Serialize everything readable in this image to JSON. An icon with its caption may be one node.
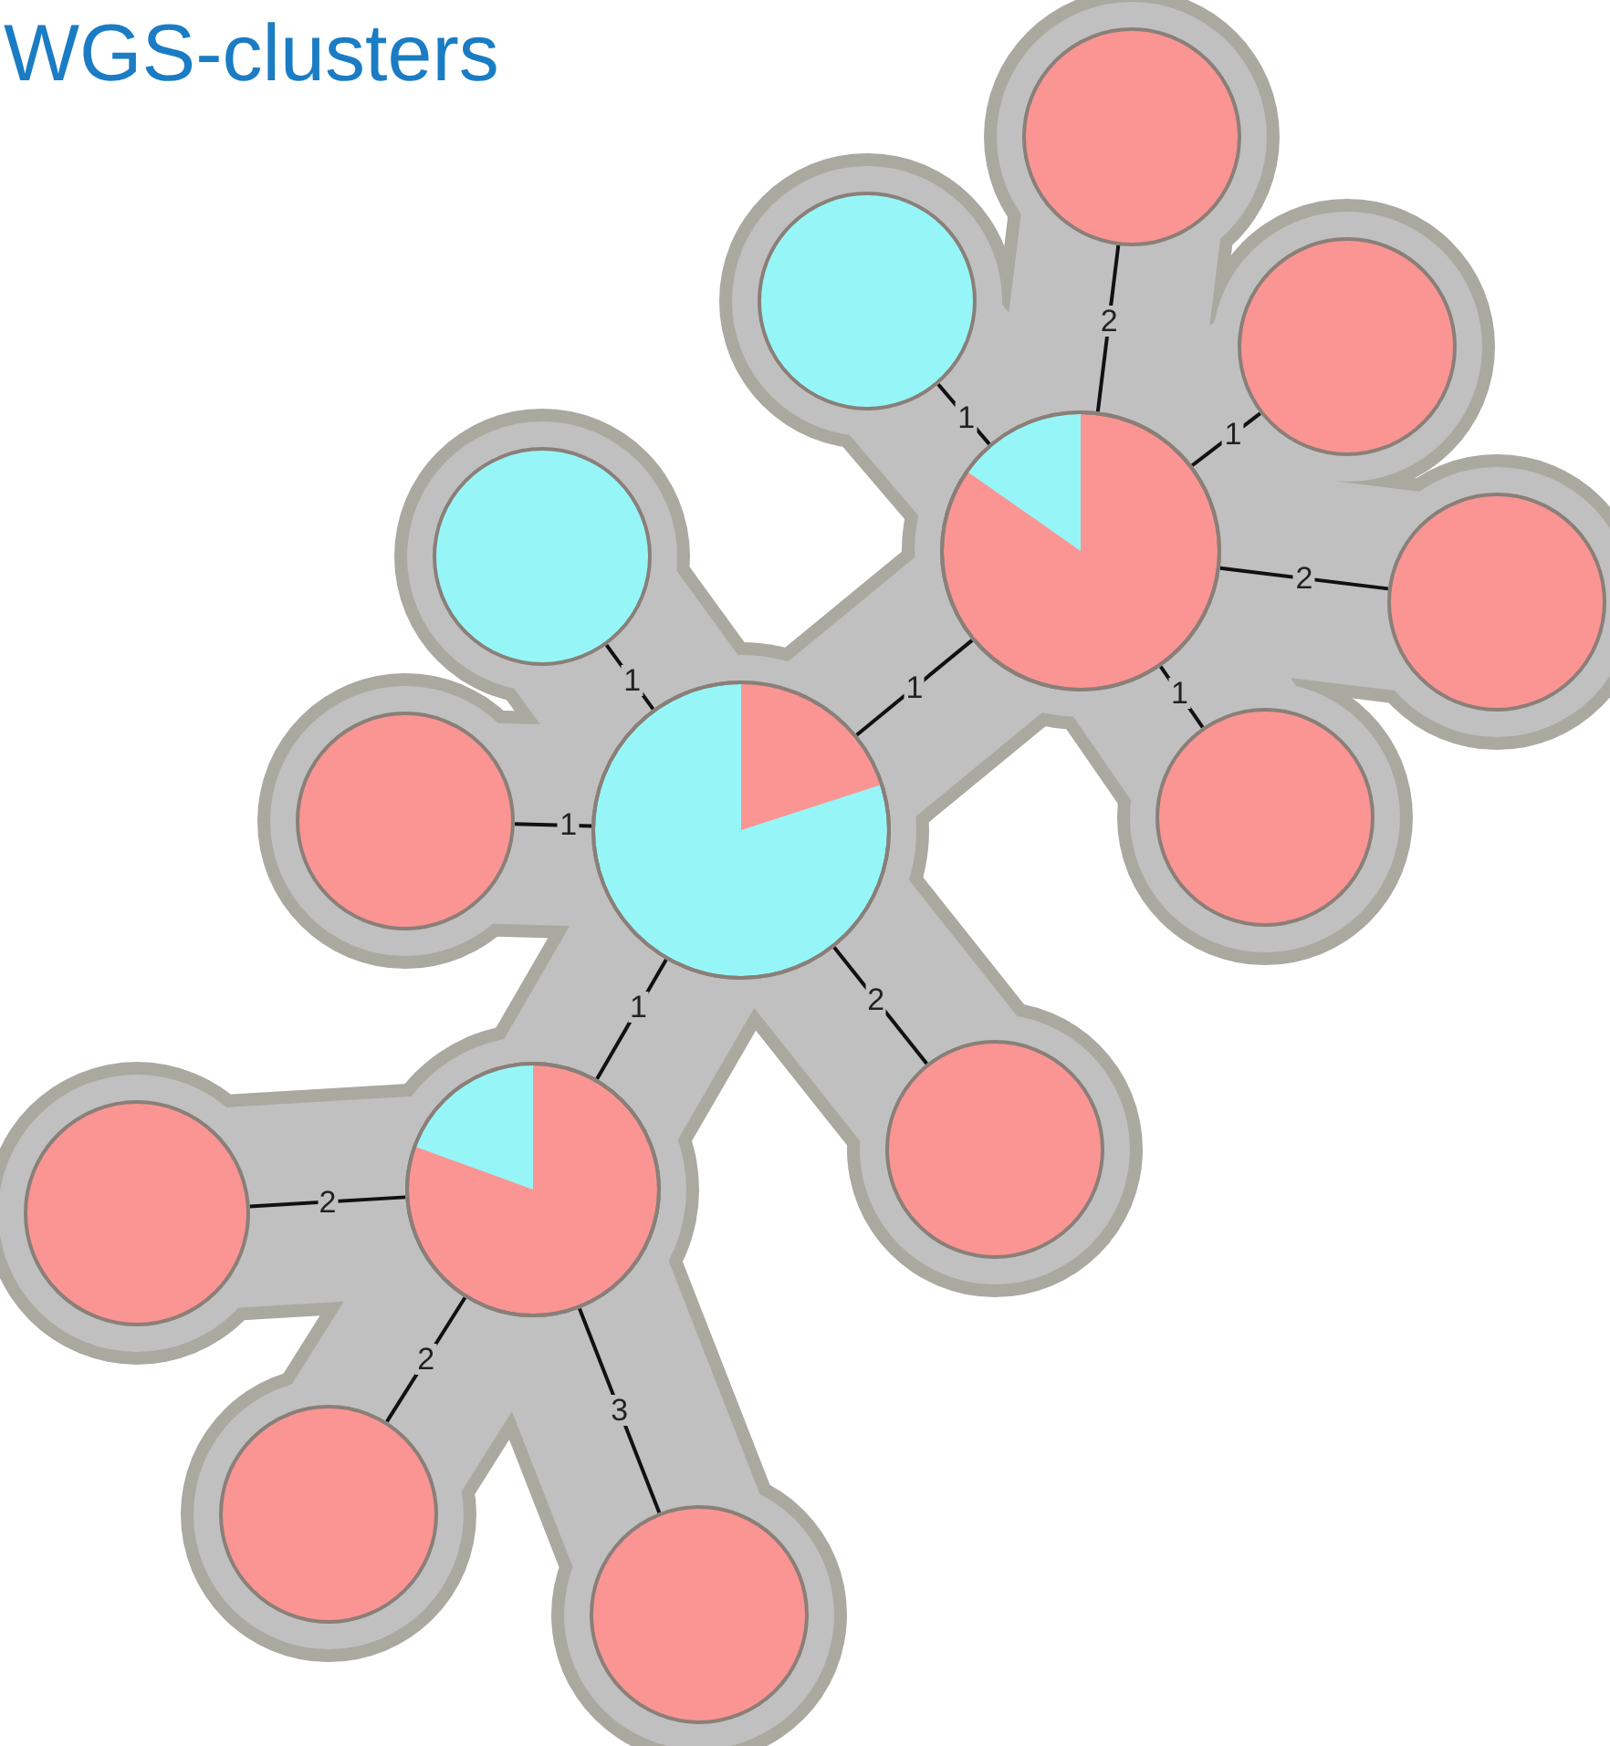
{
  "diagram": {
    "title": "WGS-clusters",
    "nodes": [
      {
        "text": [],
        "shape": "circle"
      },
      {
        "text": [],
        "shape": "circle"
      },
      {
        "text": [],
        "shape": "circle"
      },
      {
        "text": [],
        "shape": "circle"
      },
      {
        "text": [],
        "shape": "circle"
      },
      {
        "text": [],
        "shape": "circle"
      },
      {
        "text": [],
        "shape": "circle"
      },
      {
        "text": [],
        "shape": "circle"
      },
      {
        "text": [],
        "shape": "circle"
      },
      {
        "text": [],
        "shape": "circle"
      },
      {
        "text": [],
        "shape": "circle"
      },
      {
        "text": [],
        "shape": "circle"
      },
      {
        "text": [],
        "shape": "circle"
      },
      {
        "text": [],
        "shape": "circle"
      }
    ],
    "edges": [
      {
        "from": 0,
        "to": 1,
        "arrow": "none",
        "label": "1"
      },
      {
        "from": 1,
        "to": 3,
        "arrow": "none",
        "label": "1"
      },
      {
        "from": 1,
        "to": 4,
        "arrow": "none",
        "label": "2"
      },
      {
        "from": 1,
        "to": 5,
        "arrow": "none",
        "label": "1"
      },
      {
        "from": 1,
        "to": 6,
        "arrow": "none",
        "label": "2"
      },
      {
        "from": 1,
        "to": 7,
        "arrow": "none",
        "label": "1"
      },
      {
        "from": 0,
        "to": 8,
        "arrow": "none",
        "label": "1"
      },
      {
        "from": 0,
        "to": 9,
        "arrow": "none",
        "label": "1"
      },
      {
        "from": 0,
        "to": 10,
        "arrow": "none",
        "label": "2"
      },
      {
        "from": 0,
        "to": 2,
        "arrow": "none",
        "label": "1"
      },
      {
        "from": 2,
        "to": 11,
        "arrow": "none",
        "label": "2"
      },
      {
        "from": 2,
        "to": 12,
        "arrow": "none",
        "label": "2"
      },
      {
        "from": 2,
        "to": 13,
        "arrow": "none",
        "label": "3"
      }
    ]
  }
}
